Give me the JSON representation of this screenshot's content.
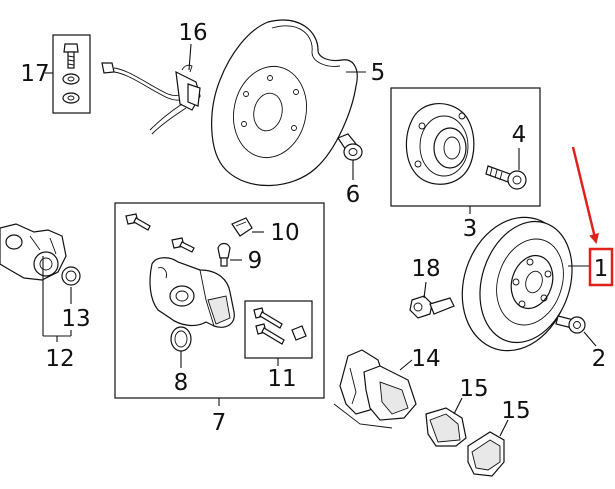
{
  "highlight_color": "#e0201b",
  "callouts": {
    "c1": "1",
    "c2": "2",
    "c3": "3",
    "c4": "4",
    "c5": "5",
    "c6": "6",
    "c7": "7",
    "c8": "8",
    "c9": "9",
    "c10": "10",
    "c11": "11",
    "c12": "12",
    "c13": "13",
    "c14": "14",
    "c15a": "15",
    "c15b": "15",
    "c16": "16",
    "c17": "17",
    "c18": "18"
  }
}
